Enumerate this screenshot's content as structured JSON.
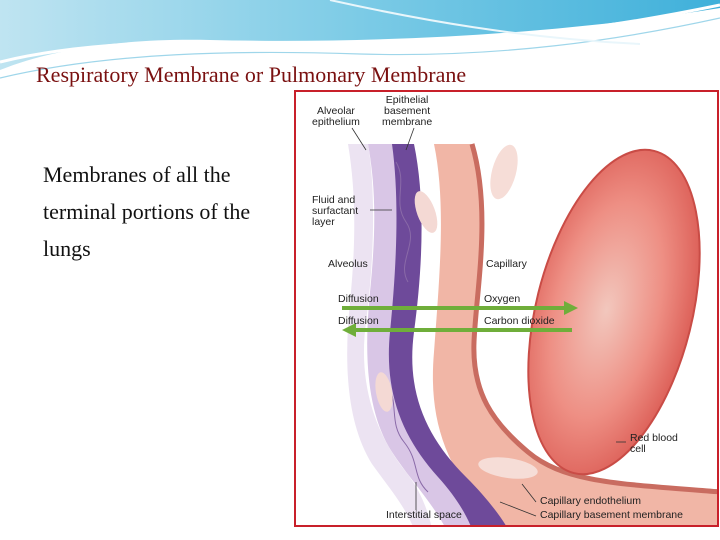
{
  "slide": {
    "title": "Respiratory Membrane or Pulmonary Membrane",
    "body_lines": [
      "Membranes of all the",
      "terminal portions of the",
      "lungs"
    ]
  },
  "diagram": {
    "labels": {
      "alveolar_epithelium": [
        "Alveolar",
        "epithelium"
      ],
      "epithelial_basement_membrane": [
        "Epithelial",
        "basement",
        "membrane"
      ],
      "fluid_surfactant": [
        "Fluid and",
        "surfactant",
        "layer"
      ],
      "alveolus": "Alveolus",
      "capillary": "Capillary",
      "diffusion_1": "Diffusion",
      "diffusion_2": "Diffusion",
      "oxygen": "Oxygen",
      "carbon_dioxide": "Carbon dioxide",
      "red_blood_cell": [
        "Red blood",
        "cell"
      ],
      "capillary_endothelium": "Capillary endothelium",
      "interstitial_space": "Interstitial space",
      "capillary_basement_membrane": "Capillary basement membrane"
    },
    "colors": {
      "border": "#c8202a",
      "title": "#7a1010",
      "epithelium": "#6e4a9a",
      "interstitial": "#d9c6e6",
      "capillary_wall": "#e8a090",
      "rbc": "#e8706a",
      "arrow": "#6fae3a"
    }
  }
}
